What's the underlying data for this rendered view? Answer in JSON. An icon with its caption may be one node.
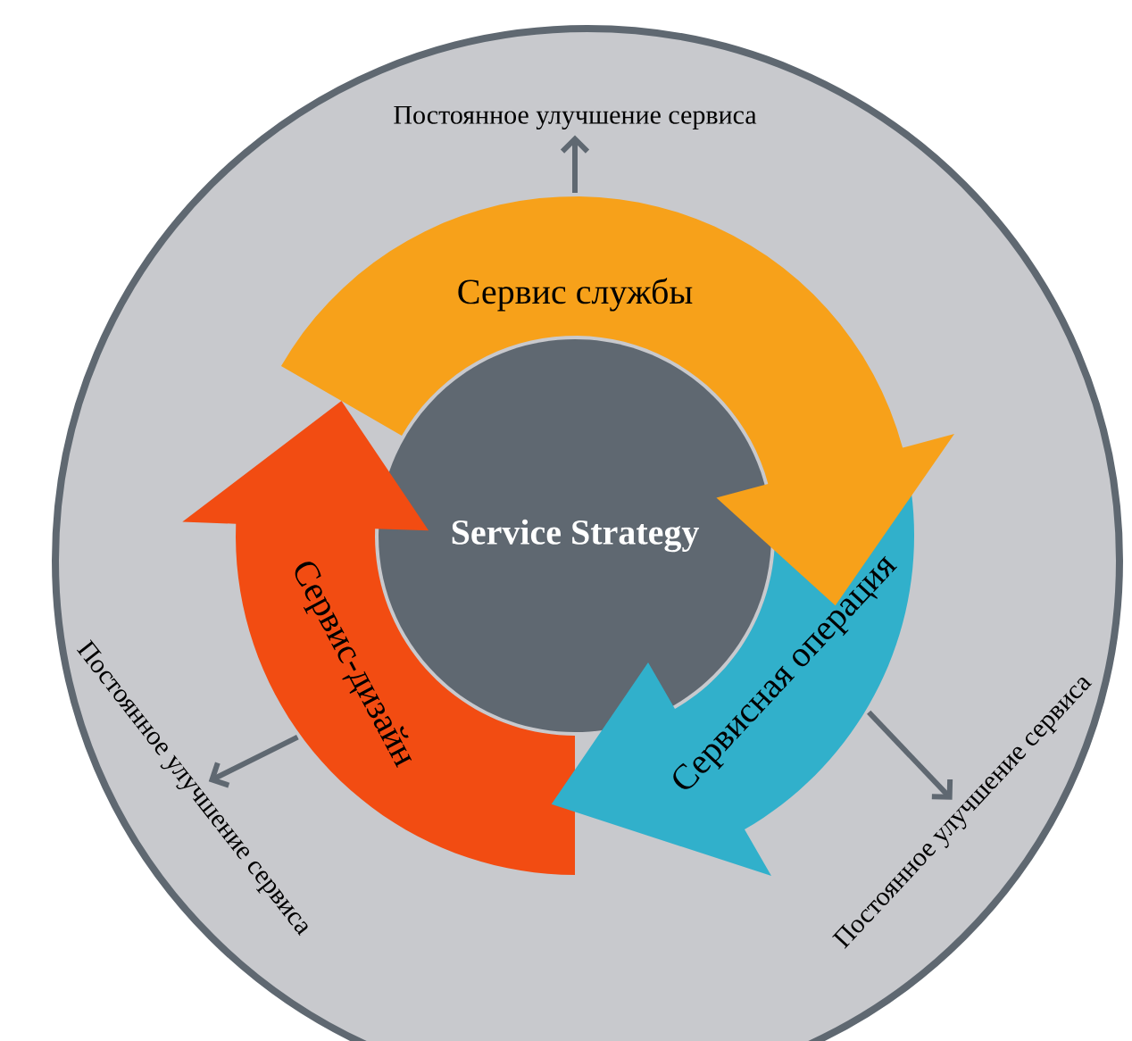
{
  "diagram": {
    "nodes": [
      {
        "text": [],
        "shape": "circle"
      },
      {
        "text": [
          "Постоянное улучшение сервиса"
        ],
        "in": 0
      },
      {
        "text": [
          "Сервис службы"
        ],
        "in": 0
      },
      {
        "text": [
          "Сервис-дизайн"
        ],
        "in": 0
      },
      {
        "text": [
          "Service Strategy"
        ],
        "in": 0
      },
      {
        "text": [
          "Сервисная операция"
        ],
        "in": 0
      },
      {
        "text": [
          "Постоянное улучшение сервиса"
        ],
        "in": 0
      },
      {
        "text": [
          "Постоянное улучшение сервиса"
        ],
        "in": 0
      }
    ],
    "edges": [
      {
        "from": 2,
        "to": 1,
        "arrow": "to"
      },
      {
        "from": 3,
        "to": 6,
        "arrow": "to"
      },
      {
        "from": 5,
        "to": 7,
        "arrow": "to"
      }
    ]
  }
}
